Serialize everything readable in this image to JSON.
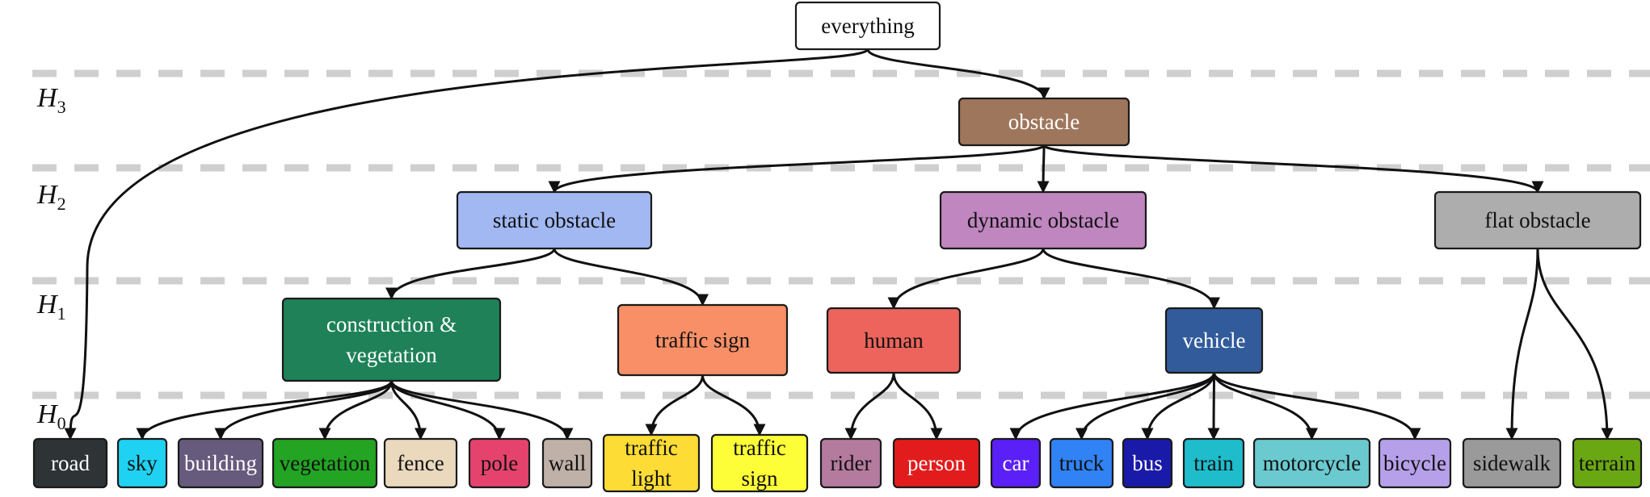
{
  "levels": [
    {
      "letter": "H",
      "sub": "3"
    },
    {
      "letter": "H",
      "sub": "2"
    },
    {
      "letter": "H",
      "sub": "1"
    },
    {
      "letter": "H",
      "sub": "0"
    }
  ],
  "nodes": [
    {
      "id": "everything",
      "lines": [
        "everything"
      ],
      "fill": "#ffffff",
      "text": "#111111"
    },
    {
      "id": "obstacle",
      "lines": [
        "obstacle"
      ],
      "fill": "#9e765c",
      "text": "#ffffff"
    },
    {
      "id": "static",
      "lines": [
        "static obstacle"
      ],
      "fill": "#a1b8f2",
      "text": "#111111"
    },
    {
      "id": "dynamic",
      "lines": [
        "dynamic obstacle"
      ],
      "fill": "#bf86bf",
      "text": "#111111"
    },
    {
      "id": "flat",
      "lines": [
        "flat obstacle"
      ],
      "fill": "#adadad",
      "text": "#111111"
    },
    {
      "id": "construction",
      "lines": [
        "construction &",
        "vegetation"
      ],
      "fill": "#1e8157",
      "text": "#ffffff"
    },
    {
      "id": "trafficsign_group",
      "lines": [
        "traffic sign"
      ],
      "fill": "#f98f66",
      "text": "#111111"
    },
    {
      "id": "human",
      "lines": [
        "human"
      ],
      "fill": "#ec645b",
      "text": "#111111"
    },
    {
      "id": "vehicle",
      "lines": [
        "vehicle"
      ],
      "fill": "#325b9b",
      "text": "#ffffff"
    },
    {
      "id": "road",
      "lines": [
        "road"
      ],
      "fill": "#2e3436",
      "text": "#ffffff"
    },
    {
      "id": "sky",
      "lines": [
        "sky"
      ],
      "fill": "#1fd2f2",
      "text": "#111111"
    },
    {
      "id": "building",
      "lines": [
        "building"
      ],
      "fill": "#665a7d",
      "text": "#ffffff"
    },
    {
      "id": "vegetation",
      "lines": [
        "vegetation"
      ],
      "fill": "#23a423",
      "text": "#111111"
    },
    {
      "id": "fence",
      "lines": [
        "fence"
      ],
      "fill": "#ead9bd",
      "text": "#111111"
    },
    {
      "id": "pole",
      "lines": [
        "pole"
      ],
      "fill": "#e5436e",
      "text": "#111111"
    },
    {
      "id": "wall",
      "lines": [
        "wall"
      ],
      "fill": "#bfb0a8",
      "text": "#111111"
    },
    {
      "id": "trafficlight",
      "lines": [
        "traffic",
        "light"
      ],
      "fill": "#fddc35",
      "text": "#111111"
    },
    {
      "id": "trafficsign",
      "lines": [
        "traffic",
        "sign"
      ],
      "fill": "#fdfd38",
      "text": "#111111"
    },
    {
      "id": "rider",
      "lines": [
        "rider"
      ],
      "fill": "#b57b9f",
      "text": "#111111"
    },
    {
      "id": "person",
      "lines": [
        "person"
      ],
      "fill": "#e21c1c",
      "text": "#ffffff"
    },
    {
      "id": "car",
      "lines": [
        "car"
      ],
      "fill": "#5b1ff7",
      "text": "#ffffff"
    },
    {
      "id": "truck",
      "lines": [
        "truck"
      ],
      "fill": "#3182f4",
      "text": "#111111"
    },
    {
      "id": "bus",
      "lines": [
        "bus"
      ],
      "fill": "#1a1aa8",
      "text": "#ffffff"
    },
    {
      "id": "train",
      "lines": [
        "train"
      ],
      "fill": "#1fbccc",
      "text": "#111111"
    },
    {
      "id": "motorcycle",
      "lines": [
        "motorcycle"
      ],
      "fill": "#6acad0",
      "text": "#111111"
    },
    {
      "id": "bicycle",
      "lines": [
        "bicycle"
      ],
      "fill": "#b7a0ea",
      "text": "#111111"
    },
    {
      "id": "sidewalk",
      "lines": [
        "sidewalk"
      ],
      "fill": "#9a9a9a",
      "text": "#111111"
    },
    {
      "id": "terrain",
      "lines": [
        "terrain"
      ],
      "fill": "#6aa813",
      "text": "#111111"
    }
  ],
  "edges": [
    [
      "everything",
      "road"
    ],
    [
      "everything",
      "obstacle"
    ],
    [
      "obstacle",
      "static"
    ],
    [
      "obstacle",
      "dynamic"
    ],
    [
      "obstacle",
      "flat"
    ],
    [
      "static",
      "construction"
    ],
    [
      "static",
      "trafficsign_group"
    ],
    [
      "dynamic",
      "human"
    ],
    [
      "dynamic",
      "vehicle"
    ],
    [
      "construction",
      "sky"
    ],
    [
      "construction",
      "building"
    ],
    [
      "construction",
      "vegetation"
    ],
    [
      "construction",
      "fence"
    ],
    [
      "construction",
      "pole"
    ],
    [
      "construction",
      "wall"
    ],
    [
      "trafficsign_group",
      "trafficlight"
    ],
    [
      "trafficsign_group",
      "trafficsign"
    ],
    [
      "human",
      "rider"
    ],
    [
      "human",
      "person"
    ],
    [
      "vehicle",
      "car"
    ],
    [
      "vehicle",
      "truck"
    ],
    [
      "vehicle",
      "bus"
    ],
    [
      "vehicle",
      "train"
    ],
    [
      "vehicle",
      "motorcycle"
    ],
    [
      "vehicle",
      "bicycle"
    ],
    [
      "flat",
      "sidewalk"
    ],
    [
      "flat",
      "terrain"
    ]
  ]
}
